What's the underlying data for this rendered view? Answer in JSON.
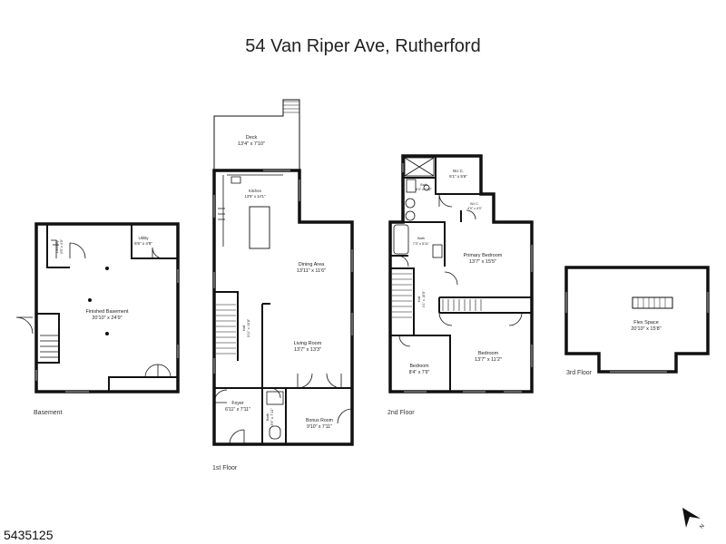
{
  "title": "54 Van Riper Ave, Rutherford",
  "listing_id": "5435125",
  "floors": {
    "basement": {
      "label": "Basement",
      "rooms": {
        "finished_basement": {
          "name": "Finished Basement",
          "dims": "20'10\" x 24'9\""
        },
        "utility": {
          "name": "Utility",
          "dims": "6'6\" x 4'9\""
        },
        "laundry": {
          "name": "Laundry",
          "dims": "4'5\" x 4'5\""
        }
      }
    },
    "first": {
      "label": "1st Floor",
      "rooms": {
        "deck": {
          "name": "Deck",
          "dims": "13'4\" x 7'10\""
        },
        "kitchen": {
          "name": "Kitchen",
          "dims": "13'5\" x 14'1\""
        },
        "dining": {
          "name": "Dining Area",
          "dims": "13'11\" x 11'6\""
        },
        "living": {
          "name": "Living Room",
          "dims": "13'7\" x 13'3\""
        },
        "hall": {
          "name": "Hall",
          "dims": "3'11\" x 10'8\""
        },
        "foyer": {
          "name": "Foyer",
          "dims": "6'11\" x 7'11\""
        },
        "bath": {
          "name": "Bath",
          "dims": "3'5\" x 7'11\""
        },
        "bonus": {
          "name": "Bonus Room",
          "dims": "9'10\" x 7'11\""
        }
      }
    },
    "second": {
      "label": "2nd Floor",
      "rooms": {
        "wic1": {
          "name": "W.I.C.",
          "dims": "6'1\" x 5'6\""
        },
        "bath1": {
          "name": "Bath",
          "dims": "6'0\" x 10'2\""
        },
        "wic2": {
          "name": "W.I.C.",
          "dims": "4'9\" x 4'3\""
        },
        "bath2": {
          "name": "Bath",
          "dims": "7'3\" x 5'11\""
        },
        "primary": {
          "name": "Primary Bedroom",
          "dims": "13'7\" x 15'5\""
        },
        "hall": {
          "name": "Hall",
          "dims": "4'1\" x 10'5\""
        },
        "bedroom1": {
          "name": "Bedroom",
          "dims": "8'4\" x 7'9\""
        },
        "bedroom2": {
          "name": "Bedroom",
          "dims": "13'7\" x 11'2\""
        }
      }
    },
    "third": {
      "label": "3rd Floor",
      "rooms": {
        "flex": {
          "name": "Flex Space",
          "dims": "20'10\" x 15'8\""
        }
      }
    }
  },
  "compass_label": "N"
}
